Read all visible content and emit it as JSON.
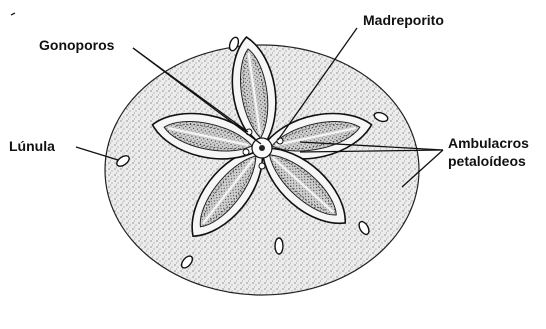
{
  "figure": {
    "labels": {
      "gonoporos": "Gonoporos",
      "madreporito": "Madreporito",
      "lunula": "Lúnula",
      "ambulacros": "Ambulacros",
      "petaloideos": "petaloídeos"
    },
    "credit": "",
    "colors": {
      "background": "#ffffff",
      "ink": "#111111",
      "test_fill": "#e8e8e8",
      "petal_fill": "#d2d2d2"
    }
  }
}
